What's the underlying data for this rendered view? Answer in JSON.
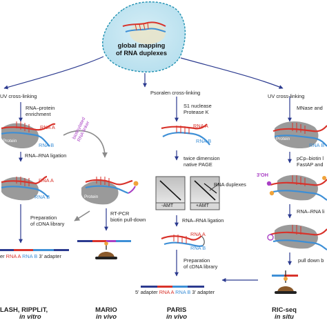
{
  "title": {
    "line1": "global mapping",
    "line2": "of RNA duplexes"
  },
  "labels": {
    "rna_a": "RNA A",
    "rna_b": "RNA B",
    "protein": "Protein",
    "adapter_3": "3' adapter",
    "adapter_5": "5' adapter",
    "three_oh": "3'OH",
    "amt_minus": "-AMT",
    "amt_plus": "+AMT"
  },
  "col1": {
    "step1": "UV cross-linking",
    "step2a": "RNA–protein",
    "step2b": "enrichment",
    "step3": "RNA–RNA ligation",
    "step4a": "Preparation",
    "step4b": "of cDNA library",
    "adapter_prefix": "er",
    "method": "LASH, RIPPLiT,",
    "condition": "in vitro"
  },
  "col2": {
    "linker_line1": "biotinylated",
    "linker_line2": "RNA linker",
    "step1": "RT-PCR",
    "step2": "biotin pull-down",
    "method": "MARIO",
    "condition": "in vivo"
  },
  "col3": {
    "step1": "Psoralen cross-linking",
    "step2a": "S1 nuclease",
    "step2b": "Protease K",
    "step3a": "twice dimension",
    "step3b": "native PAGE",
    "duplexes": "RNA duplexes",
    "step4": "RNA–RNA ligation",
    "step5a": "Preparation",
    "step5b": "of cDNA library",
    "method": "PARIS",
    "condition": "in vivo"
  },
  "col4": {
    "step1": "UV cross-linking",
    "step2": "MNase and",
    "step3a": "pCp–biotin l",
    "step3b": "FastAP and",
    "step4": "RNA–RNA li",
    "step5": "pull down b",
    "method": "RIC-seq",
    "condition": "in situ"
  },
  "colors": {
    "rna_a": "#d8322a",
    "rna_b": "#3d8fd6",
    "arrow": "#2b3a8f",
    "protein": "#9a9a9a",
    "bubble": "#b9e2f0",
    "linker": "#a93fc4"
  }
}
